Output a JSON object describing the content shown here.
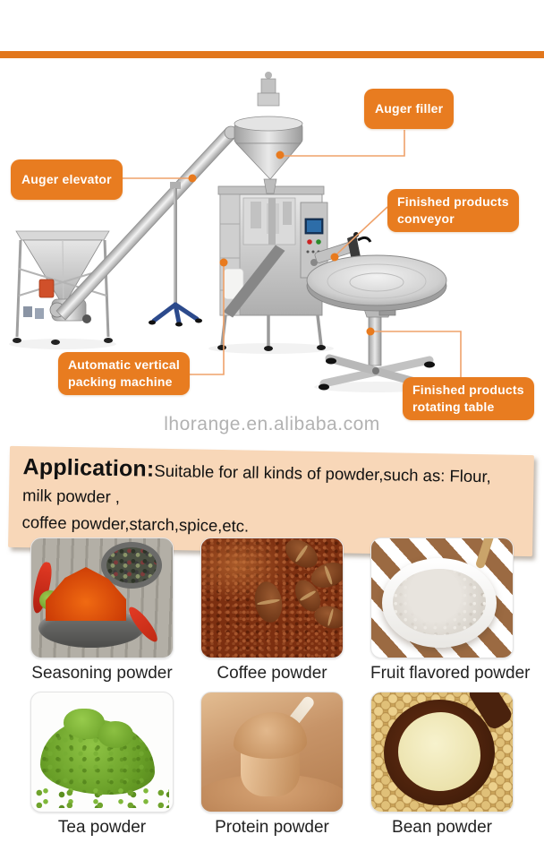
{
  "accent": {
    "orange": "#e87c20",
    "top_bar_color": "#e2771c",
    "connector_line": "#efa26a",
    "application_bg": "#f8d7b8",
    "watermark_gray": "#b2b2b2"
  },
  "machine_diagram": {
    "labels": {
      "auger_filler": "Auger filler",
      "auger_elevator": "Auger elevator",
      "finished_products_conveyor": "Finished products\nconveyor",
      "packing_machine": "Automatic vertical\npacking machine",
      "rotating_table": "Finished products\nrotating table"
    }
  },
  "watermark": "lhorange.en.alibaba.com",
  "application": {
    "title": "Application:",
    "body": "Suitable for all kinds of powder,such as: Flour, milk powder ,\ncoffee powder,starch,spice,etc."
  },
  "products": [
    {
      "name": "Seasoning powder"
    },
    {
      "name": "Coffee powder"
    },
    {
      "name": "Fruit flavored powder"
    },
    {
      "name": "Tea powder"
    },
    {
      "name": "Protein powder"
    },
    {
      "name": "Bean powder"
    }
  ]
}
